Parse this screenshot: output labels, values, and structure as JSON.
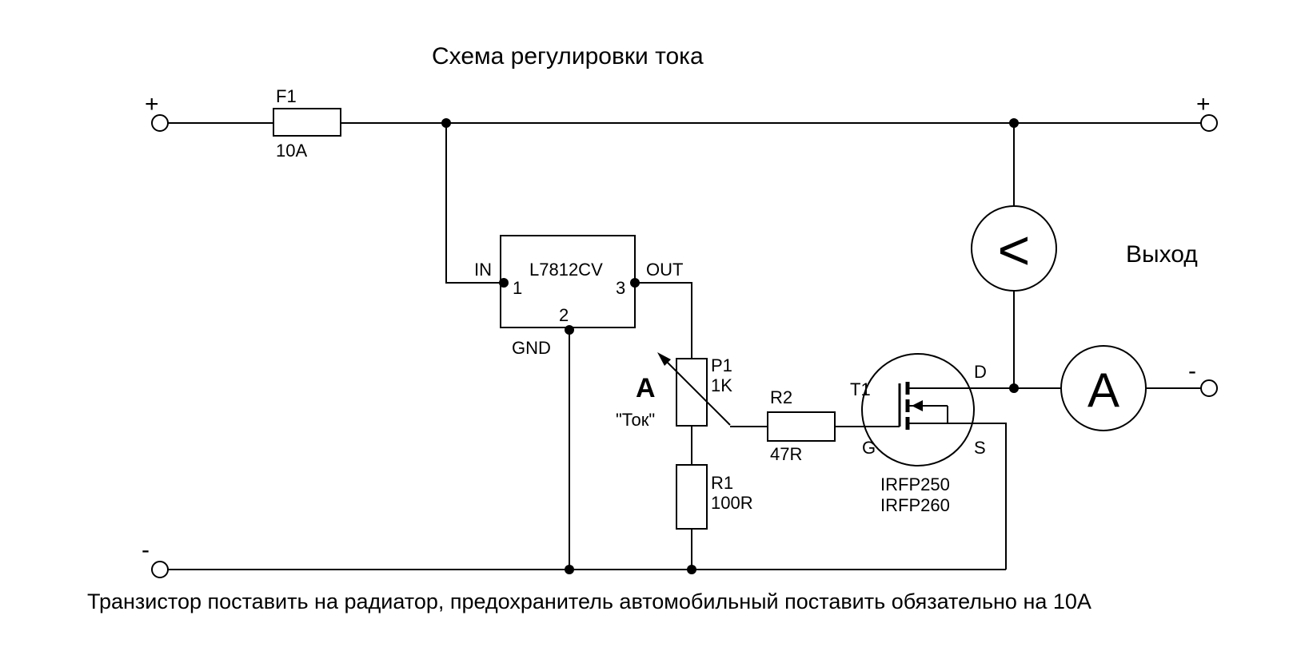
{
  "title": "Схема регулировки тока",
  "footer": "Транзистор поставить на радиатор, предохранитель автомобильный поставить обязательно на 10А",
  "terminals": {
    "in_plus": "+",
    "in_minus": "-",
    "out_plus": "+",
    "out_minus": "-"
  },
  "output_label": "Выход",
  "fuse": {
    "ref": "F1",
    "value": "10A"
  },
  "regulator": {
    "part": "L7812CV",
    "in_label": "IN",
    "out_label": "OUT",
    "gnd_label": "GND",
    "pin_in": "1",
    "pin_gnd": "2",
    "pin_out": "3"
  },
  "potentiometer": {
    "ref": "P1",
    "value": "1K",
    "marker": "A",
    "caption": "\"Ток\""
  },
  "r1": {
    "ref": "R1",
    "value": "100R"
  },
  "r2": {
    "ref": "R2",
    "value": "47R"
  },
  "transistor": {
    "ref": "T1",
    "gate": "G",
    "drain": "D",
    "source": "S",
    "part1": "IRFP250",
    "part2": "IRFP260"
  },
  "voltmeter_symbol": "<",
  "ammeter_symbol": "A"
}
